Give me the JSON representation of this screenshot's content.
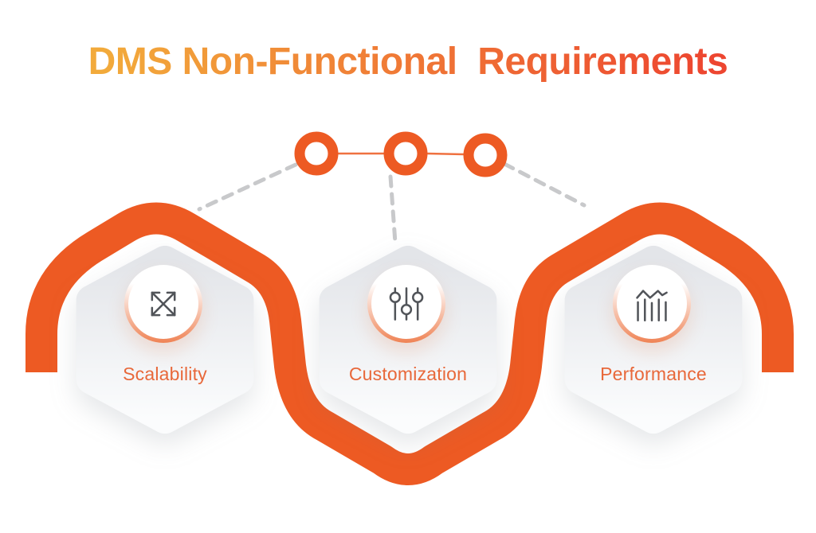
{
  "title": {
    "text": "DMS Non-Functional  Requirements"
  },
  "colors": {
    "title_from": "#F2AA3B",
    "title_to": "#ED4630",
    "ribbon": "#ED5A23",
    "node": "#ED5A23",
    "connector": "#EF7140",
    "dash": "#C8C9CB",
    "label": "#E8683A",
    "icon_stroke": "#515459",
    "ring_bottom": "#EF8355",
    "hex_top": "#E3E5E9",
    "hex_bottom": "#FBFCFD"
  },
  "flow": {
    "node_count": 3
  },
  "cards": [
    {
      "label": "Scalability",
      "icon": "expand-arrows-icon"
    },
    {
      "label": "Customization",
      "icon": "sliders-icon"
    },
    {
      "label": "Performance",
      "icon": "bar-chart-trend-icon"
    }
  ]
}
